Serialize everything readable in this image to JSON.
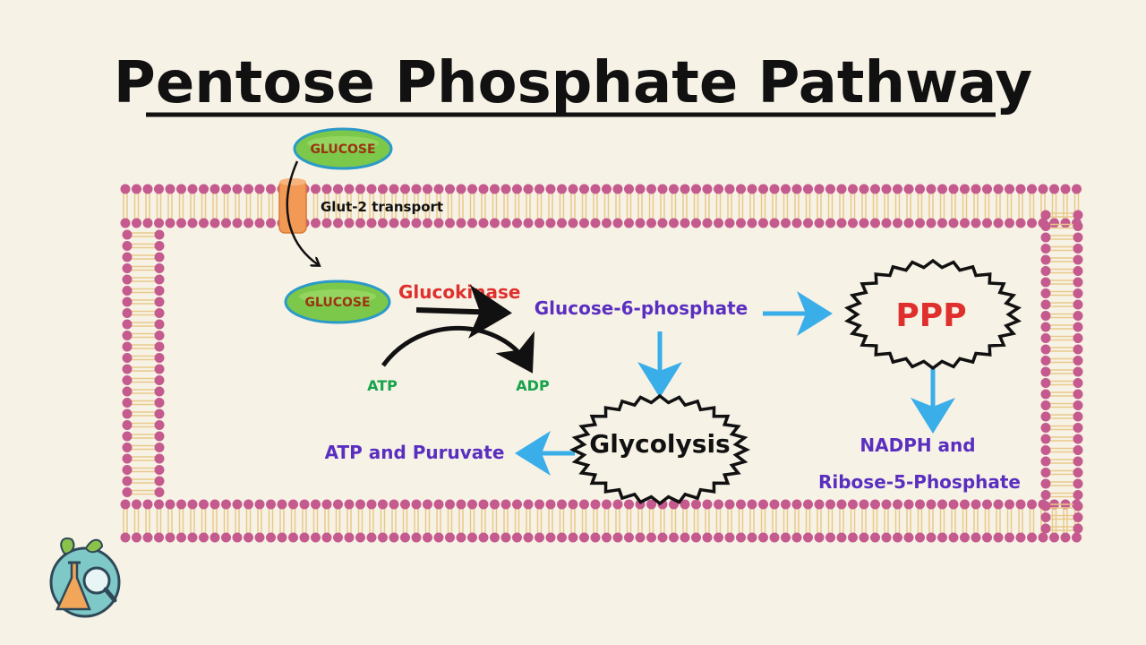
{
  "title": "Pentose Phosphate Pathway",
  "glucose_outside": "GLUCOSE",
  "glucose_inside": "GLUCOSE",
  "transport_label": "Glut-2 transport",
  "enzyme": "Glucokinase",
  "atp": "ATP",
  "adp": "ADP",
  "g6p": "Glucose-6-phosphate",
  "ppp": "PPP",
  "glycolysis": "Glycolysis",
  "atp_pyruvate": "ATP and Puruvate",
  "nadph_line1": "NADPH and",
  "nadph_line2": "Ribose-5-Phosphate",
  "colors": {
    "background": "#f7f2e6",
    "membrane_head": "#c45a8e",
    "membrane_tail": "#e9c98a",
    "blue_arrow": "#3aaee8",
    "purple_text": "#5a2fc0",
    "red_text": "#e0302d",
    "green_text": "#16a34a",
    "glucose_fill": "#7cc84a",
    "glucose_stroke": "#2b9ac8",
    "channel": "#f29a55"
  },
  "icons": [
    "flask-leaf-magnifier-logo-icon"
  ]
}
